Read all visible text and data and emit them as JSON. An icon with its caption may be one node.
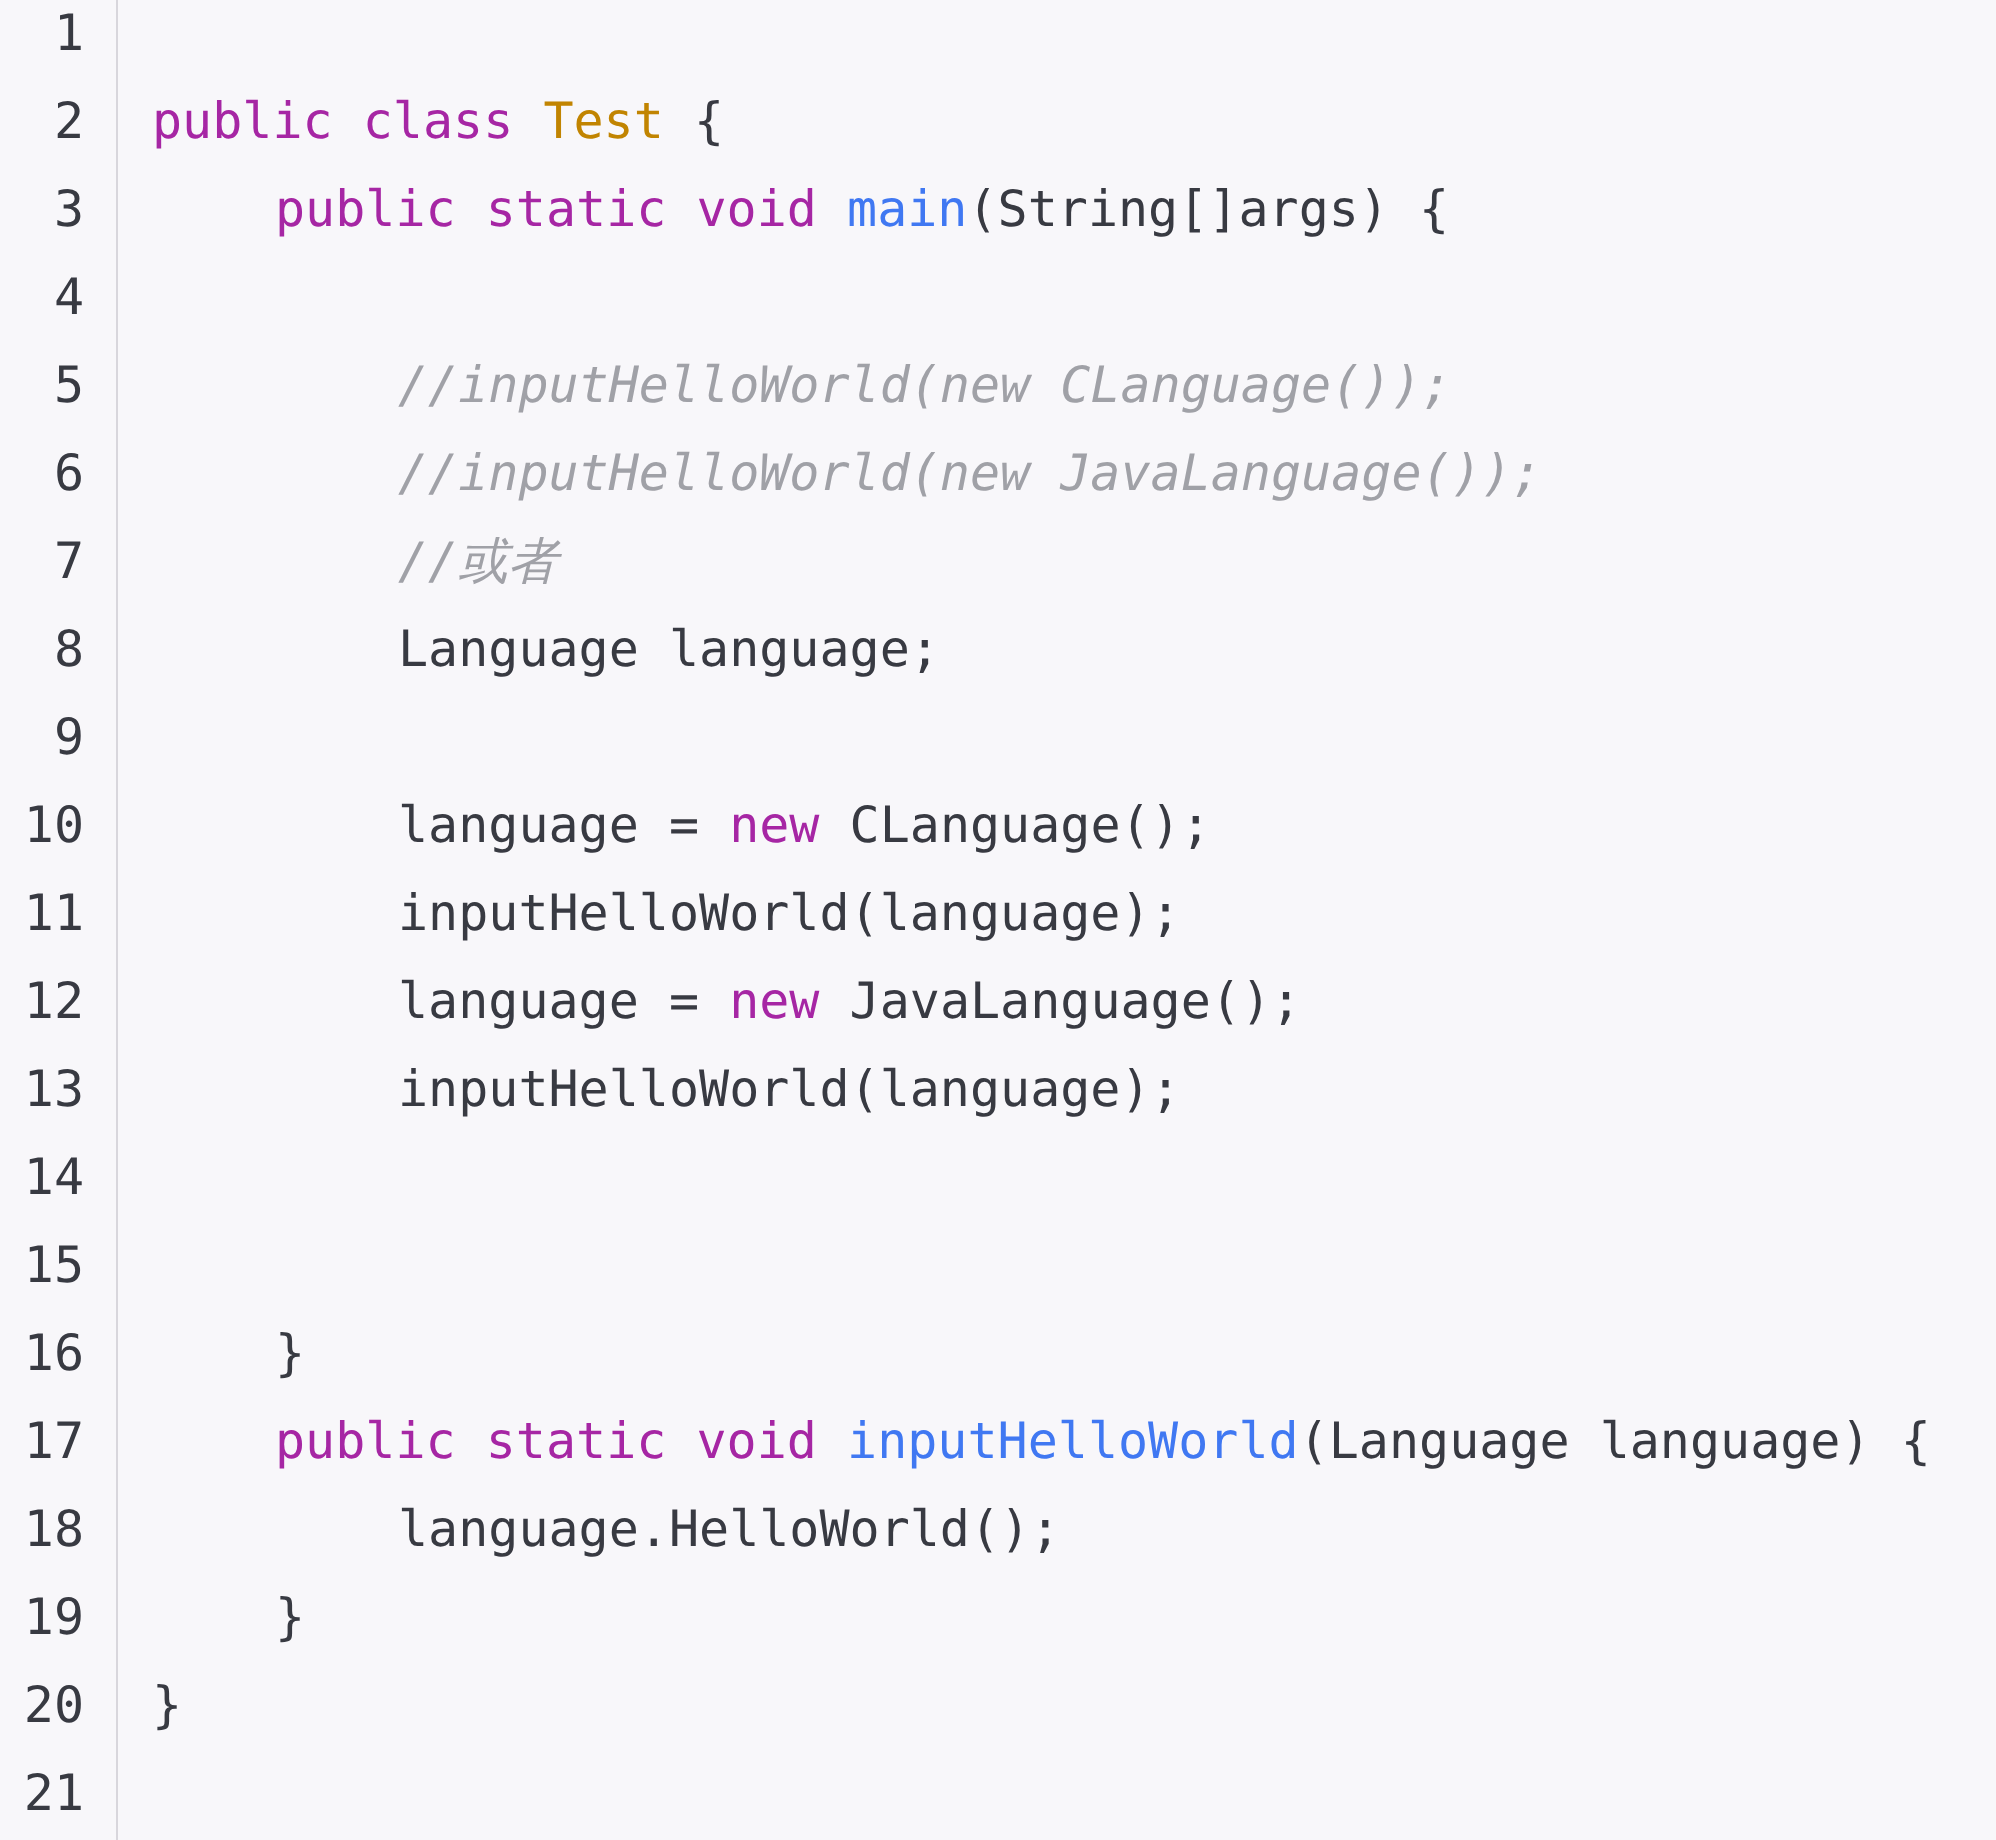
{
  "diagram": {
    "labels": [
      "1",
      "2",
      "public class Test {",
      "3",
      "public static void main(String[]args) {",
      "4",
      "5",
      "//inputHelloWorld(new CLanguage());",
      "6",
      "//inputHelloWorld(new JavaLanguage());",
      "7",
      "//或者",
      "8",
      "Language language;",
      "9",
      "10",
      "language = new CLanguage();",
      "11",
      "inputHelloWorld(language);",
      "12",
      "language = new JavaLanguage();",
      "13",
      "inputHelloWorld(language);",
      "14",
      "15",
      "16",
      "}",
      "17",
      "public static void inputHelloWorld(Language language) {",
      "18",
      "language.HelloWorld();",
      "19",
      "}",
      "20",
      "}",
      "21"
    ]
  }
}
